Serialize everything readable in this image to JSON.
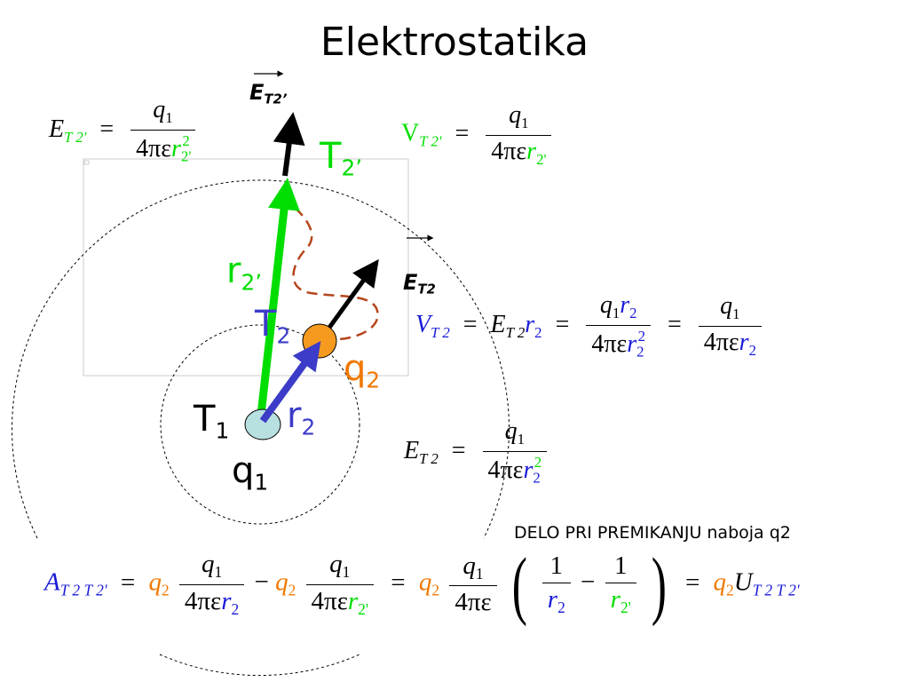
{
  "title": "Elektrostatika",
  "labels": {
    "T2prime": "T",
    "T2prime_sub": "2’",
    "r2prime": "r",
    "r2prime_sub": "2’",
    "T2": "T",
    "T2_sub": "2",
    "q2": "q",
    "q2_sub": "2",
    "r2": "r",
    "r2_sub": "2",
    "T1": "T",
    "T1_sub": "1",
    "q1": "q",
    "q1_sub": "1"
  },
  "vectors": {
    "E_T2prime": "E",
    "E_T2prime_sub": "T2’",
    "E_T2": "E",
    "E_T2_sub": "T2"
  },
  "equations": {
    "sym_E": "E",
    "sym_V": "V",
    "sym_A": "A",
    "sym_U": "U",
    "sym_q": "q",
    "sym_r": "r",
    "sub_T2prime": "T 2'",
    "sub_T2": "T 2",
    "sub_T2T2prime": "T 2  T 2'",
    "sub_1": "1",
    "sub_2": "2",
    "sub_2prime": "2'",
    "sup_2": "2",
    "den_prefix": "4πε",
    "one": "1",
    "equals": "=",
    "minus": "−"
  },
  "caption": "DELO PRI PREMIKANJU naboja q2",
  "colors": {
    "green": "#00dd00",
    "blue": "#1a1ad9",
    "orange": "#f07800",
    "dark_blue_arrow": "#3c3cc8",
    "dashed_path": "#b5451b",
    "charge_q1_fill": "#b8e0e0",
    "charge_q2_fill": "#f59a1e"
  }
}
